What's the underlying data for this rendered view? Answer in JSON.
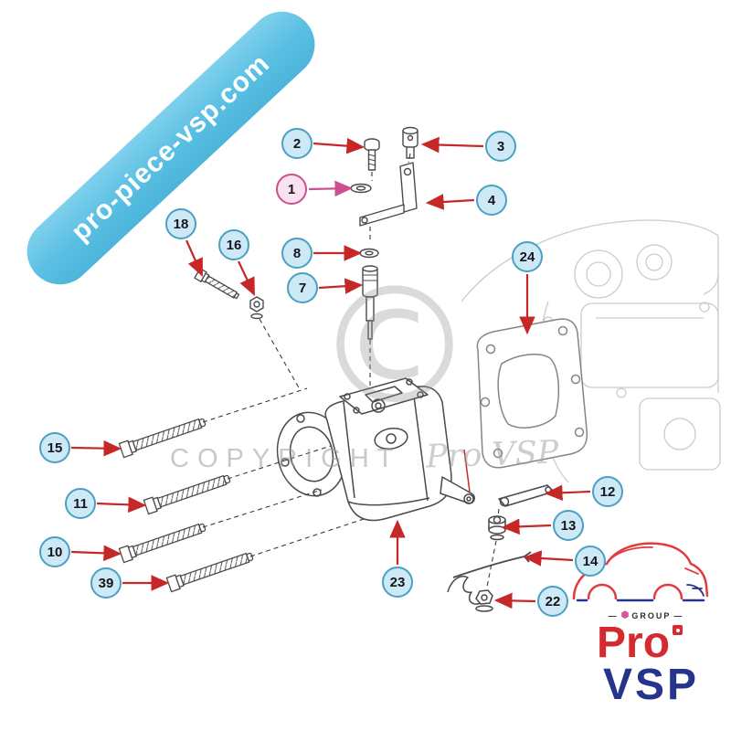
{
  "ribbon": {
    "text": "pro-piece-vsp.com"
  },
  "watermarks": {
    "copyright": "COPYRIGHT",
    "script": "Pro VSP",
    "symbol": "©"
  },
  "callouts": [
    {
      "number": "1",
      "highlighted": true
    },
    {
      "number": "2"
    },
    {
      "number": "3"
    },
    {
      "number": "4"
    },
    {
      "number": "7"
    },
    {
      "number": "8"
    },
    {
      "number": "10"
    },
    {
      "number": "11"
    },
    {
      "number": "12"
    },
    {
      "number": "13"
    },
    {
      "number": "14"
    },
    {
      "number": "15"
    },
    {
      "number": "16"
    },
    {
      "number": "18"
    },
    {
      "number": "22"
    },
    {
      "number": "23"
    },
    {
      "number": "24"
    },
    {
      "number": "39"
    }
  ],
  "logo": {
    "dash": "—",
    "hex": "⬢",
    "group": "GROUP",
    "name_top": "Pro",
    "name_bottom": "VSP"
  }
}
